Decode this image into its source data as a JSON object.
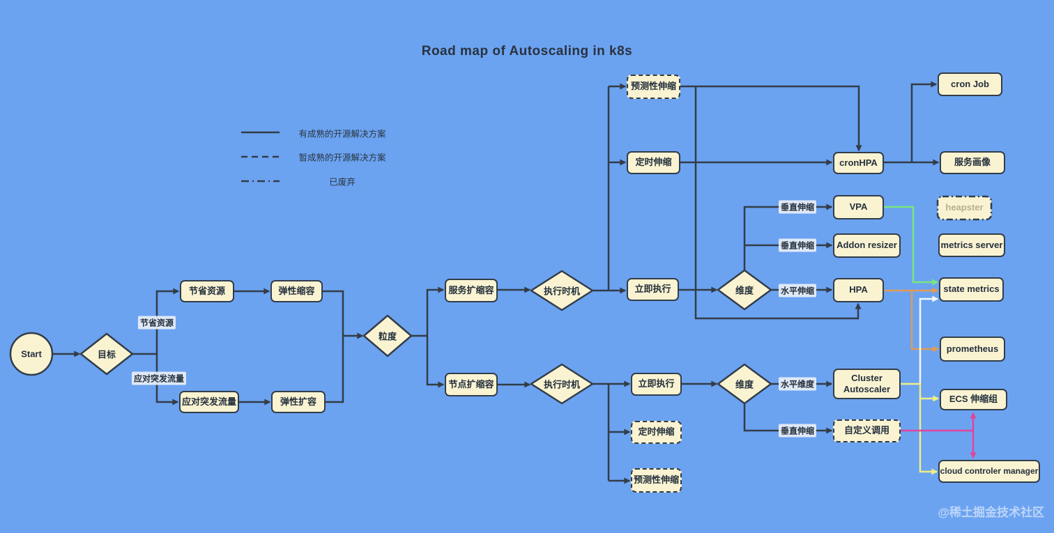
{
  "title": "Road map of Autoscaling in k8s",
  "watermark": "@稀土掘金技术社区",
  "colors": {
    "background": "#6ba3f1",
    "node_fill": "#faf3d2",
    "line": "#333c47",
    "text": "#24303c",
    "green": "#79e77d",
    "orange": "#e19b55",
    "white": "#f3f6fa",
    "yellow": "#f1ee86",
    "pink": "#e0459c",
    "deprecated_text": "#b5b08d"
  },
  "legend": {
    "items": [
      {
        "style": "solid",
        "label": "有成熟的开源解决方案"
      },
      {
        "style": "dashed",
        "label": "暂成熟的开源解决方案"
      },
      {
        "style": "dashdot",
        "label": "已废弃"
      }
    ]
  },
  "start": {
    "label": "Start"
  },
  "decisions": [
    {
      "label": "目标"
    },
    {
      "label": "粒度"
    },
    {
      "label": "执行时机"
    },
    {
      "label": "维度"
    },
    {
      "label": "执行时机"
    },
    {
      "label": "维度"
    }
  ],
  "nodes": [
    {
      "id": "save-resources",
      "label": "节省资源",
      "style": "solid"
    },
    {
      "id": "elastic-shrink",
      "label": "弹性缩容",
      "style": "solid"
    },
    {
      "id": "handle-burst-traffic",
      "label": "应对突发流量",
      "style": "solid"
    },
    {
      "id": "elastic-expand",
      "label": "弹性扩容",
      "style": "solid"
    },
    {
      "id": "service-scaling",
      "label": "服务扩缩容",
      "style": "solid"
    },
    {
      "id": "node-scaling",
      "label": "节点扩缩容",
      "style": "solid"
    },
    {
      "id": "predictive-scaling-top",
      "label": "预测性伸缩",
      "style": "dashed"
    },
    {
      "id": "scheduled-scaling-top",
      "label": "定时伸缩",
      "style": "solid"
    },
    {
      "id": "immediate-exec-top",
      "label": "立即执行",
      "style": "solid"
    },
    {
      "id": "cronhpa",
      "label": "cronHPA",
      "style": "solid"
    },
    {
      "id": "cron-job",
      "label": "cron Job",
      "style": "solid"
    },
    {
      "id": "service-profile",
      "label": "服务画像",
      "style": "solid"
    },
    {
      "id": "vpa",
      "label": "VPA",
      "style": "solid"
    },
    {
      "id": "addon-resizer",
      "label": "Addon resizer",
      "style": "solid"
    },
    {
      "id": "hpa",
      "label": "HPA",
      "style": "solid"
    },
    {
      "id": "heapster",
      "label": "heapster",
      "style": "dashdot-deprecated"
    },
    {
      "id": "metrics-server",
      "label": "metrics server",
      "style": "solid"
    },
    {
      "id": "state-metrics",
      "label": "state metrics",
      "style": "solid"
    },
    {
      "id": "prometheus",
      "label": "prometheus",
      "style": "solid"
    },
    {
      "id": "immediate-exec-bottom",
      "label": "立即执行",
      "style": "solid"
    },
    {
      "id": "scheduled-scaling-bottom",
      "label": "定时伸缩",
      "style": "dashed"
    },
    {
      "id": "predictive-scaling-bottom",
      "label": "预测性伸缩",
      "style": "dashed"
    },
    {
      "id": "cluster-autoscaler",
      "label": "Cluster Autoscaler",
      "style": "solid"
    },
    {
      "id": "custom-invoke",
      "label": "自定义调用",
      "style": "dashed"
    },
    {
      "id": "ecs-scaling-group",
      "label": "ECS 伸缩组",
      "style": "solid"
    },
    {
      "id": "cloud-controller-manager",
      "label": "cloud controler manager",
      "style": "solid"
    }
  ],
  "edge_labels": [
    "节省资源",
    "应对突发流量",
    "垂直伸缩",
    "垂直伸缩",
    "水平伸缩",
    "水平维度",
    "垂直伸缩"
  ]
}
